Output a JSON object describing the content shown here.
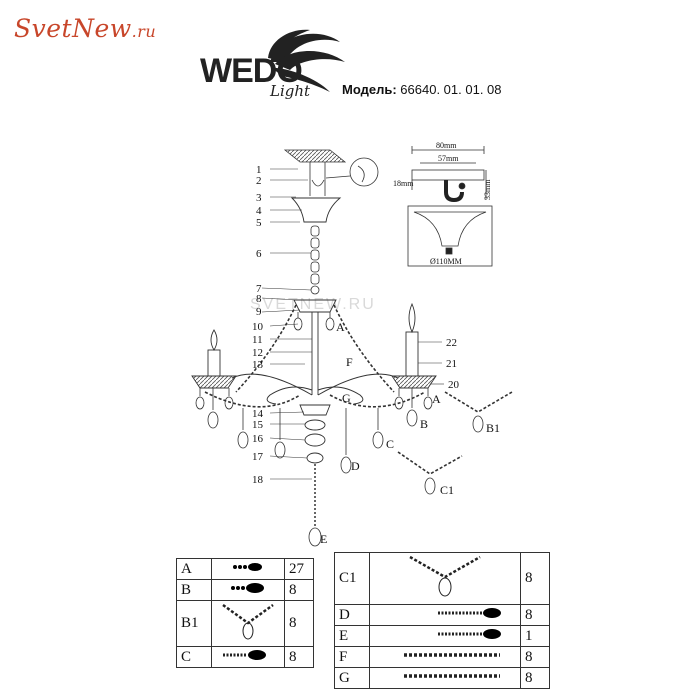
{
  "site_logo": {
    "main": "SvetNew",
    "tld": ".ru"
  },
  "brand": {
    "word": "WEDO",
    "sub": "Light"
  },
  "model": {
    "label": "Модель:",
    "number": "66640. 01. 01. 08"
  },
  "watermark": "SVETNEW.RU",
  "callouts": [
    "1",
    "2",
    "3",
    "4",
    "5",
    "6",
    "7",
    "8",
    "9",
    "10",
    "11",
    "12",
    "13",
    "14",
    "15",
    "16",
    "17",
    "18",
    "20",
    "21",
    "22"
  ],
  "letters": {
    "A": "A",
    "B": "B",
    "C": "C",
    "D": "D",
    "E": "E",
    "F": "F",
    "G": "G",
    "B1": "B1",
    "C1": "C1"
  },
  "hook_detail": {
    "dim_width": "80mm",
    "dim_inner": "57mm",
    "dim_depth": "18mm",
    "dim_height": "33mm"
  },
  "canopy_detail": {
    "dim_diameter": "Ø110MM"
  },
  "parts_left": [
    {
      "code": "A",
      "icon": "pendant-drop-icon",
      "qty": "27"
    },
    {
      "code": "B",
      "icon": "pendant-drop-large-icon",
      "qty": "8"
    },
    {
      "code": "B1",
      "icon": "bead-garland-icon",
      "qty": "8"
    },
    {
      "code": "C",
      "icon": "pendant-drop-chain-icon",
      "qty": "8"
    }
  ],
  "parts_right": [
    {
      "code": "C1",
      "icon": "bead-garland-icon",
      "qty": "8"
    },
    {
      "code": "D",
      "icon": "pendant-drop-chain-icon",
      "qty": "8"
    },
    {
      "code": "E",
      "icon": "pendant-drop-chain-icon",
      "qty": "1"
    },
    {
      "code": "F",
      "icon": "bead-chain-icon",
      "qty": "8"
    },
    {
      "code": "G",
      "icon": "bead-chain-icon",
      "qty": "8"
    }
  ]
}
